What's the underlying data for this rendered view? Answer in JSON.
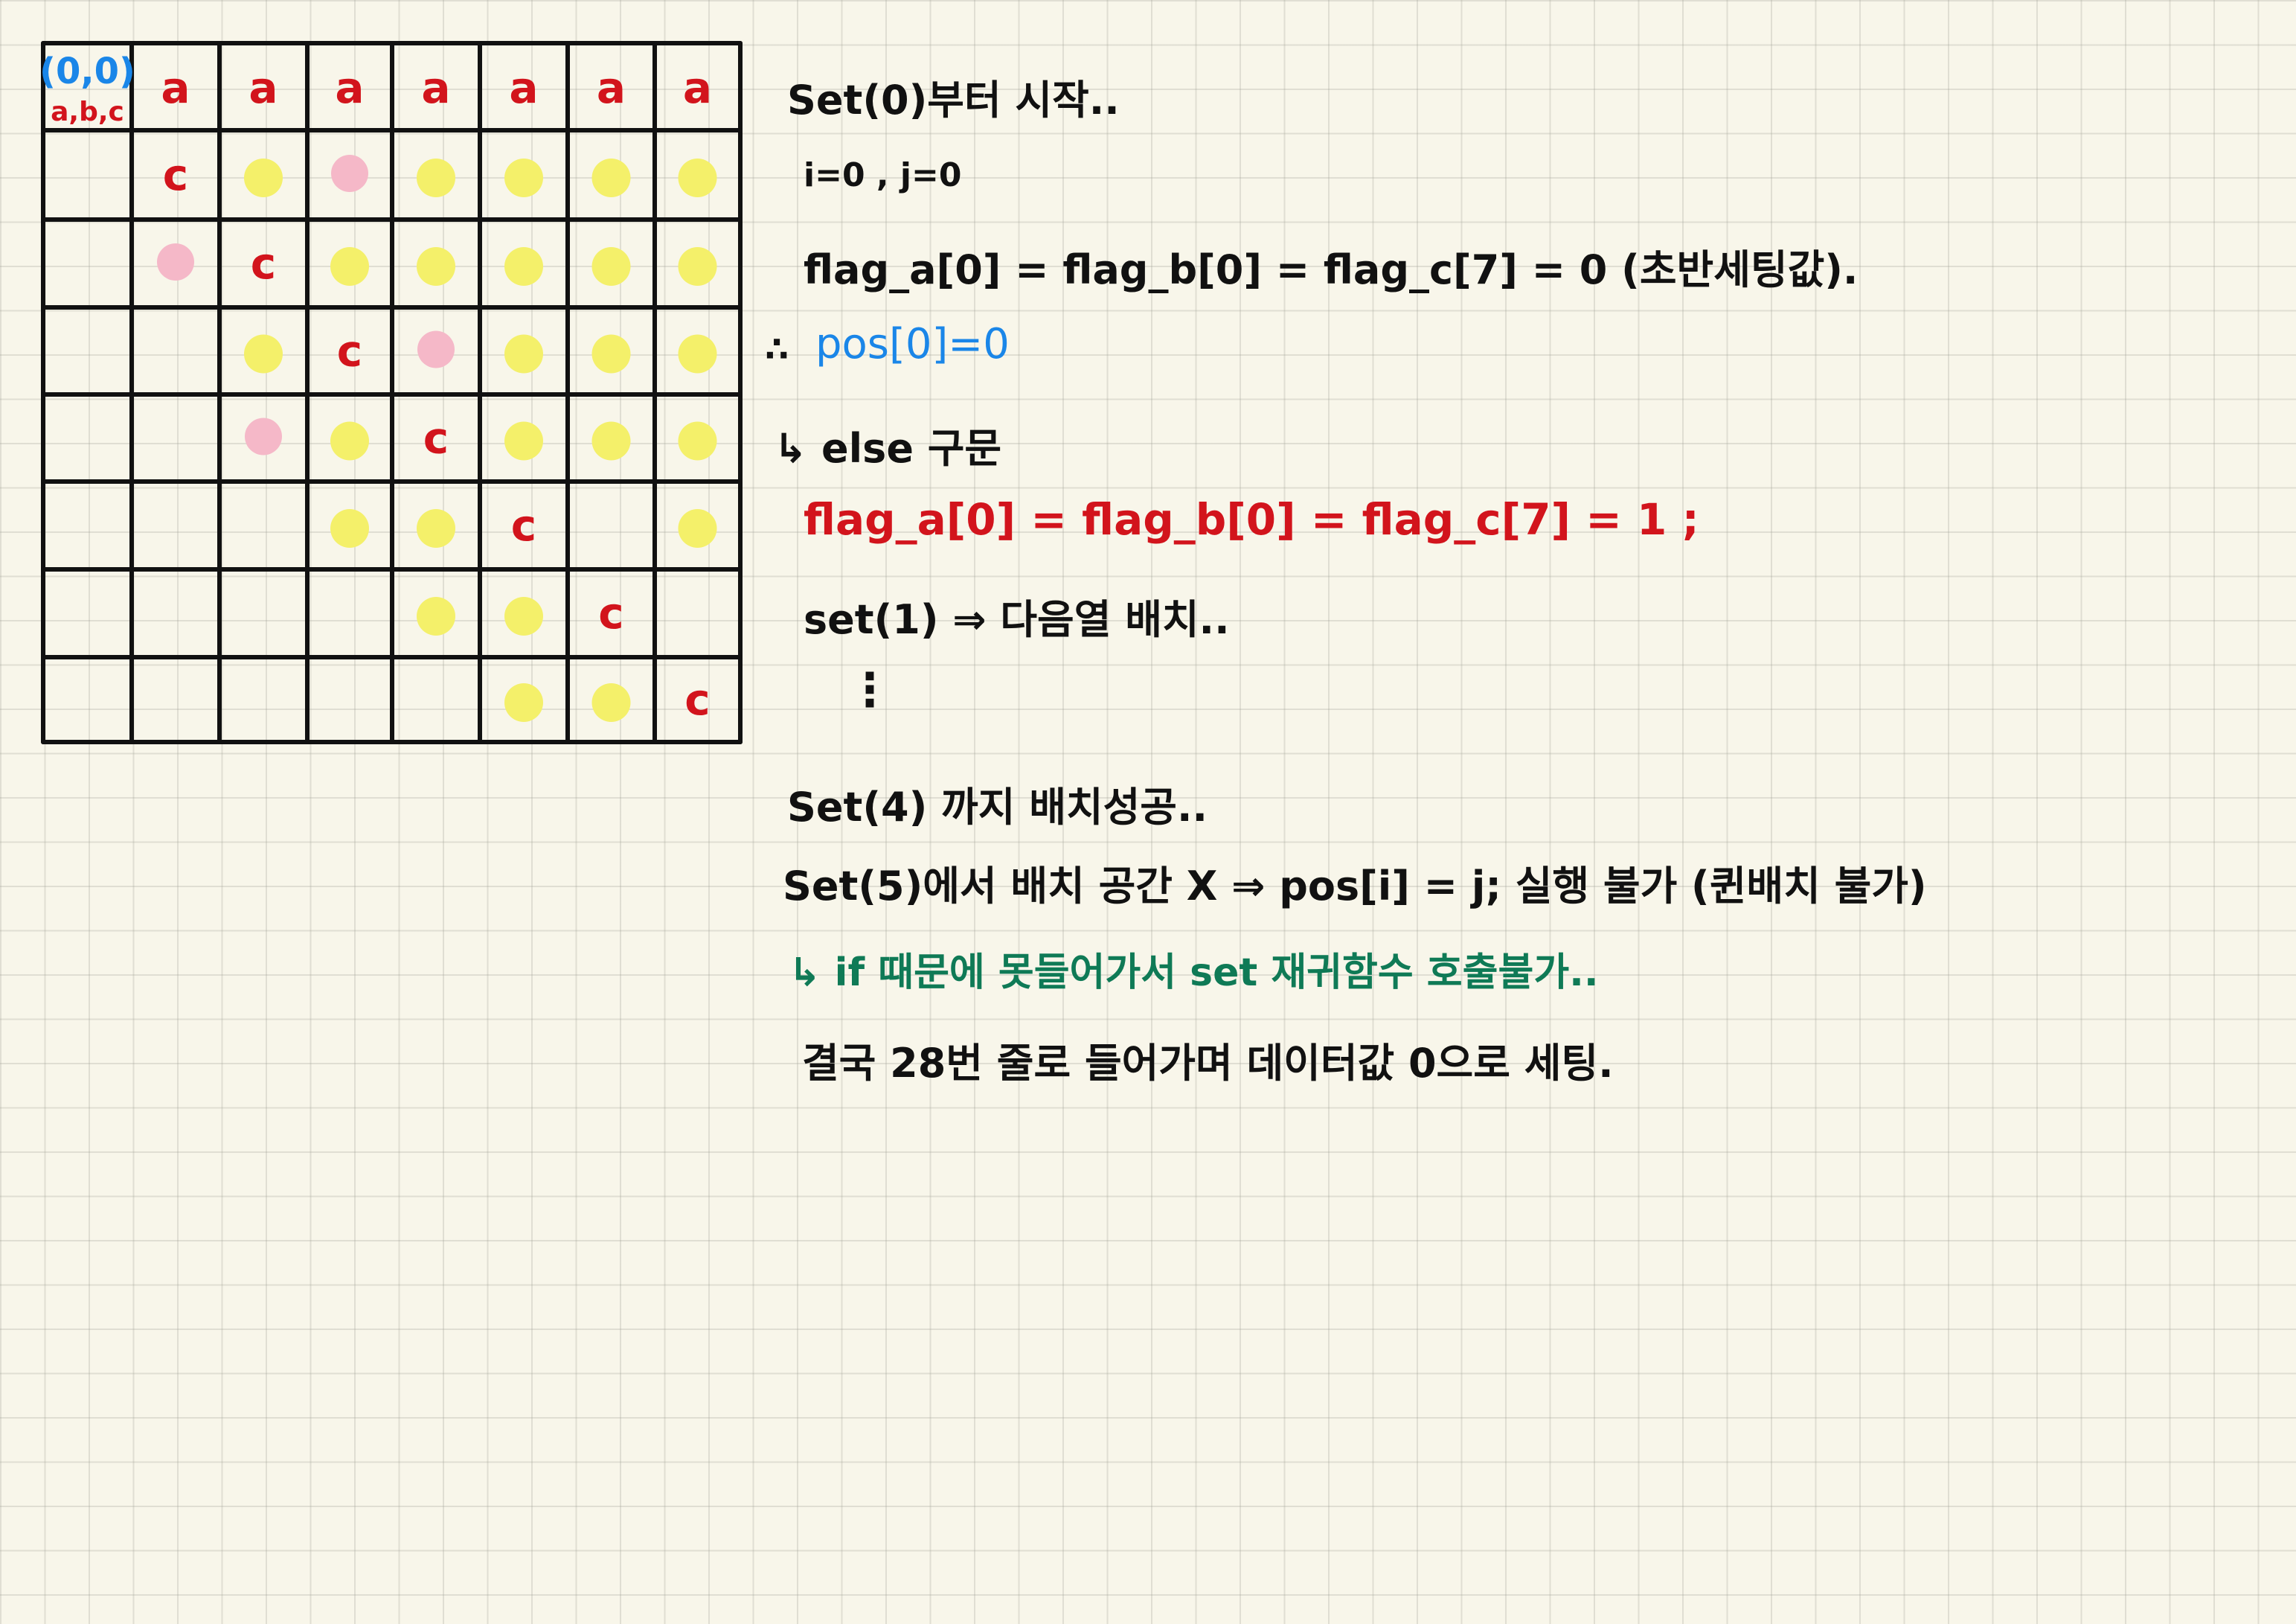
{
  "board": {
    "origin_label": "(0,0)",
    "origin_sub": "a,b,c",
    "top_row_label": "a",
    "top_row_count": 7,
    "diagonal_label": "c",
    "colors": {
      "grid": "#111111",
      "letter": "#d2141c",
      "origin": "#1a86e8",
      "yellow_dot": "#f4f06a",
      "pink_dot": "#f5b8c8"
    },
    "yellow_dots": [
      [
        1,
        2
      ],
      [
        1,
        4
      ],
      [
        1,
        5
      ],
      [
        1,
        6
      ],
      [
        1,
        7
      ],
      [
        2,
        3
      ],
      [
        2,
        4
      ],
      [
        2,
        5
      ],
      [
        2,
        6
      ],
      [
        2,
        7
      ],
      [
        3,
        2
      ],
      [
        3,
        5
      ],
      [
        3,
        6
      ],
      [
        3,
        7
      ],
      [
        4,
        3
      ],
      [
        4,
        5
      ],
      [
        4,
        6
      ],
      [
        4,
        7
      ],
      [
        5,
        3
      ],
      [
        5,
        4
      ],
      [
        5,
        7
      ],
      [
        6,
        4
      ],
      [
        6,
        5
      ],
      [
        7,
        5
      ],
      [
        7,
        6
      ]
    ],
    "pink_dots": [
      [
        1,
        3
      ],
      [
        2,
        1
      ],
      [
        3,
        4
      ],
      [
        4,
        2
      ]
    ]
  },
  "notes": {
    "line1": "Set(0)부터 시작..",
    "line2": "i=0 , j=0",
    "line3": "flag_a[0] = flag_b[0] = flag_c[7] = 0 (초반세팅값).",
    "line4_prefix": "∴",
    "line4": "pos[0]=0",
    "line5": "↳ else 구문",
    "line6": "flag_a[0] = flag_b[0] = flag_c[7] = 1 ;",
    "line7": "set(1) ⇒ 다음열 배치..",
    "line8": "⋮",
    "line9": "Set(4) 까지 배치성공..",
    "line10": "Set(5)에서 배치 공간 X  ⇒ pos[i] = j; 실행 불가 (퀸배치 불가)",
    "line11": "↳ if 때문에 못들어가서 set 재귀함수 호출불가..",
    "line12": "결국 28번 줄로 들어가며 데이터값 0으로 세팅."
  }
}
